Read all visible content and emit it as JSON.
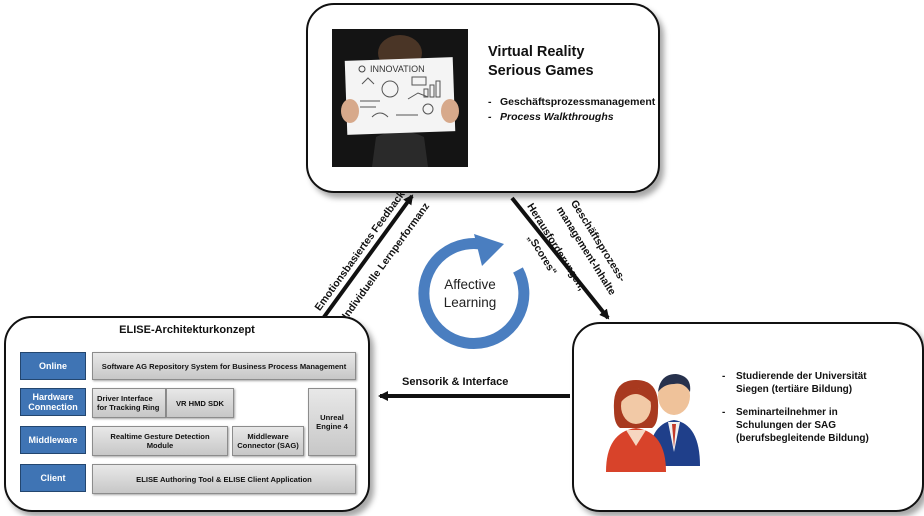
{
  "vr": {
    "title_line1": "Virtual Reality",
    "title_line2": "Serious Games",
    "items": [
      "Geschäftsprozessmanagement",
      "Process Walkthroughs"
    ],
    "photo_text": "INNOVATION"
  },
  "arrows": {
    "left_line1": "Emotionsbasiertes Feedback",
    "left_line2": "Individuelle Lernperformanz",
    "right_inner_line1": "Herausforderungen,",
    "right_inner_line2": "„Scores“",
    "right_outer_line1": "Geschäftsprozess-",
    "right_outer_line2": "management-Inhalte",
    "bottom": "Sensorik & Interface"
  },
  "cycle": {
    "line1": "Affective",
    "line2": "Learning",
    "color": "#4a7ec0"
  },
  "elise": {
    "title": "ELISE-Architekturkonzept",
    "layers": {
      "online": "Online",
      "hardware_line1": "Hardware",
      "hardware_line2": "Connection",
      "middleware": "Middleware",
      "client": "Client"
    },
    "modules": {
      "repo": "Software AG Repository System for Business Process Management",
      "driver_line1": "Driver Interface",
      "driver_line2": "for Tracking Ring",
      "vrhmd": "VR HMD SDK",
      "unreal_line1": "Unreal",
      "unreal_line2": "Engine 4",
      "gesture_line1": "Realtime Gesture Detection",
      "gesture_line2": "Module",
      "connector_line1": "Middleware",
      "connector_line2": "Connector (SAG)",
      "authoring": "ELISE Authoring Tool & ELISE Client Application"
    },
    "layer_color": "#3f74b4"
  },
  "people": {
    "items": [
      [
        "Studierende der Universität",
        "Siegen (tertiäre Bildung)"
      ],
      [
        "Seminarteilnehmer in",
        "Schulungen der SAG",
        "(berufsbegleitende Bildung)"
      ]
    ]
  }
}
